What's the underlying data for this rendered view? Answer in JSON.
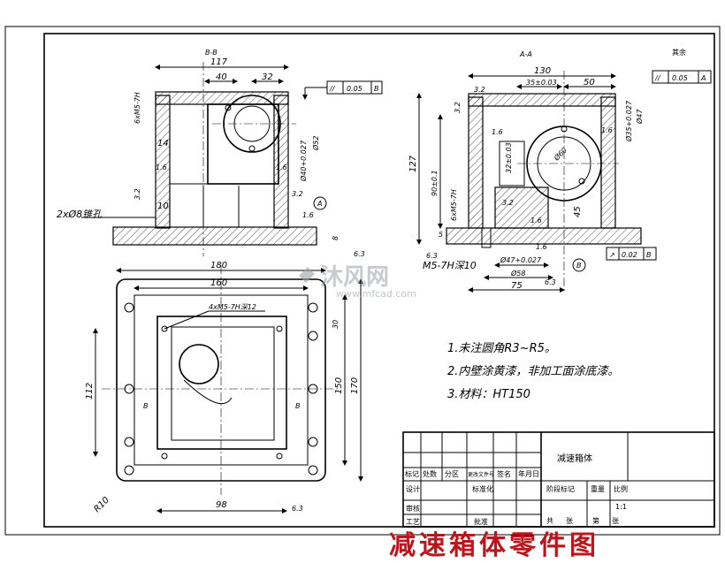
{
  "views": {
    "section_bb": "B-B",
    "section_aa": "A-A",
    "mark_a": "A",
    "mark_b": "B"
  },
  "section_bb": {
    "dims": [
      "117",
      "40",
      "32",
      "14",
      "1.6",
      "3.2",
      "10",
      "6xM5-7H",
      "Ø52",
      "Ø40+0.027",
      "1.6",
      "3.2",
      "1.6",
      "6.3",
      "8"
    ],
    "callout_hole": "2xØ8锥孔",
    "tolerance": {
      "symbol": "//",
      "value": "0.05",
      "datum": "B"
    }
  },
  "section_aa": {
    "dims": [
      "130",
      "35±0.03",
      "50",
      "3.2",
      "3.2",
      "1.6",
      "1.6",
      "32±0.03",
      "Ø60",
      "127",
      "90±0.1",
      "6xM5-7H",
      "3.2",
      "45",
      "1.6",
      "5",
      "6.3",
      "1.6",
      "Ø35+0.027",
      "Ø47",
      "Ø47+0.027",
      "Ø58",
      "75",
      "6.3"
    ],
    "callout_depth": "M5-7H深10",
    "tolerance_top": {
      "symbol": "//",
      "value": "0.05",
      "datum": "A"
    },
    "tolerance_bottom": {
      "symbol": "↗",
      "value": "0.02",
      "datum": "B"
    },
    "roughness_other": "其余"
  },
  "plan_view": {
    "dims": [
      "180",
      "160",
      "4xM5-7H深12",
      "30",
      "112",
      "150",
      "170",
      "98",
      "R10",
      "6.3"
    ]
  },
  "notes": [
    "1.未注圆角R3~R5。",
    "2.内壁涂黄漆，非加工面涂底漆。",
    "3.材料：HT150"
  ],
  "title_block": {
    "part_name": "减速箱体",
    "headers": [
      "标记",
      "处数",
      "分区",
      "更改文件号",
      "签名",
      "年月日"
    ],
    "rows": [
      "设计",
      "标准化",
      "审核",
      "工艺",
      "批准"
    ],
    "stage_labels": [
      "阶段标记",
      "重量",
      "比例"
    ],
    "scale": "1:1",
    "sheet": [
      "共",
      "张",
      "第",
      "张"
    ]
  },
  "watermark": {
    "name": "沐风网",
    "url": "www.mfcad.com"
  },
  "banner": "减速箱体零件图"
}
